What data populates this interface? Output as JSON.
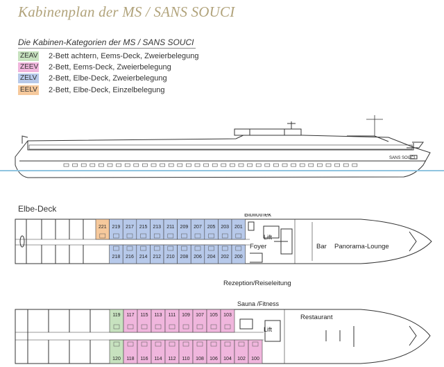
{
  "title": "Kabinenplan der MS / SANS SOUCI",
  "legend": {
    "heading": "Die Kabinen-Kategorien der MS / SANS SOUCI",
    "items": [
      {
        "code": "ZEAV",
        "description": "2-Bett achtern, Eems-Deck, Zweierbelegung",
        "color": "#c7e2bf"
      },
      {
        "code": "ZEEV",
        "description": "2-Bett, Eems-Deck, Zweierbelegung",
        "color": "#f0b6dd"
      },
      {
        "code": "ZELV",
        "description": "2-Bett, Elbe-Deck, Zweierbelegung",
        "color": "#b7c9ea"
      },
      {
        "code": "EELV",
        "description": "2-Bett, Elbe-Deck, Einzelbelegung",
        "color": "#f6c99c"
      }
    ]
  },
  "ship_name": "SANS SOUCI",
  "elbe_deck": {
    "label": "Elbe-Deck",
    "top_row": [
      {
        "number": "221",
        "category": "EELV"
      },
      {
        "number": "219",
        "category": "ZELV"
      },
      {
        "number": "217",
        "category": "ZELV"
      },
      {
        "number": "215",
        "category": "ZELV"
      },
      {
        "number": "213",
        "category": "ZELV"
      },
      {
        "number": "211",
        "category": "ZELV"
      },
      {
        "number": "209",
        "category": "ZELV"
      },
      {
        "number": "207",
        "category": "ZELV"
      },
      {
        "number": "205",
        "category": "ZELV"
      },
      {
        "number": "203",
        "category": "ZELV"
      },
      {
        "number": "201",
        "category": "ZELV"
      }
    ],
    "bottom_row": [
      {
        "number": "218",
        "category": "ZELV"
      },
      {
        "number": "216",
        "category": "ZELV"
      },
      {
        "number": "214",
        "category": "ZELV"
      },
      {
        "number": "212",
        "category": "ZELV"
      },
      {
        "number": "210",
        "category": "ZELV"
      },
      {
        "number": "208",
        "category": "ZELV"
      },
      {
        "number": "206",
        "category": "ZELV"
      },
      {
        "number": "204",
        "category": "ZELV"
      },
      {
        "number": "202",
        "category": "ZELV"
      },
      {
        "number": "200",
        "category": "ZELV"
      }
    ],
    "labels": {
      "bibliothek": "Bibliothek",
      "lift": "Lift",
      "foyer": "Foyer",
      "bar": "Bar",
      "lounge": "Panorama-Lounge",
      "rezeption": "Rezeption/Reiseleitung"
    }
  },
  "eems_deck": {
    "top_row": [
      {
        "number": "119",
        "category": "ZEAV"
      },
      {
        "number": "117",
        "category": "ZEEV"
      },
      {
        "number": "115",
        "category": "ZEEV"
      },
      {
        "number": "113",
        "category": "ZEEV"
      },
      {
        "number": "111",
        "category": "ZEEV"
      },
      {
        "number": "109",
        "category": "ZEEV"
      },
      {
        "number": "107",
        "category": "ZEEV"
      },
      {
        "number": "105",
        "category": "ZEEV"
      },
      {
        "number": "103",
        "category": "ZEEV"
      }
    ],
    "bottom_row": [
      {
        "number": "120",
        "category": "ZEAV"
      },
      {
        "number": "118",
        "category": "ZEEV"
      },
      {
        "number": "116",
        "category": "ZEEV"
      },
      {
        "number": "114",
        "category": "ZEEV"
      },
      {
        "number": "112",
        "category": "ZEEV"
      },
      {
        "number": "110",
        "category": "ZEEV"
      },
      {
        "number": "108",
        "category": "ZEEV"
      },
      {
        "number": "106",
        "category": "ZEEV"
      },
      {
        "number": "104",
        "category": "ZEEV"
      },
      {
        "number": "102",
        "category": "ZEEV"
      },
      {
        "number": "100",
        "category": "ZEEV"
      }
    ],
    "labels": {
      "sauna": "Sauna /Fitness",
      "lift": "Lift",
      "restaurant": "Restaurant"
    }
  }
}
